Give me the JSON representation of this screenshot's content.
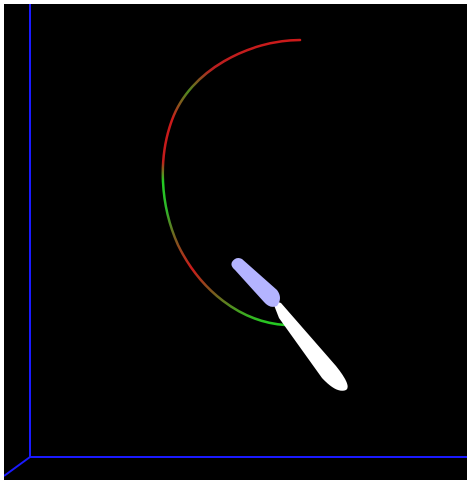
{
  "scene": {
    "background_color": "#000000",
    "axis_color": "#1a1aff",
    "trail_colors": [
      "#cc1a1a",
      "#22cc22"
    ],
    "handle_color": "#b4b4ff",
    "blade_color": "#ffffff",
    "objects": [
      "axes",
      "trajectory-trail",
      "spinning-tool"
    ]
  }
}
